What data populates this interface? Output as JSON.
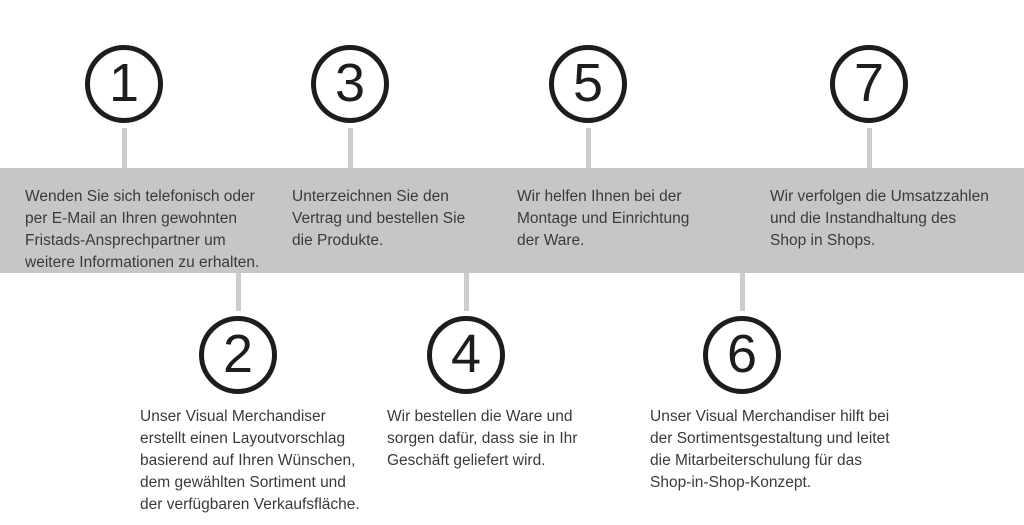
{
  "steps": [
    {
      "number": "1",
      "description": "Wenden Sie sich telefonisch oder\nper E-Mail an Ihren gewohnten\nFristads-Ansprechpartner um\nweitere Informationen zu erhalten."
    },
    {
      "number": "2",
      "description": "Unser Visual Merchandiser\nerstellt einen Layoutvorschlag\nbasierend auf Ihren Wünschen,\ndem gewählten Sortiment und\nder verfügbaren Verkaufsfläche."
    },
    {
      "number": "3",
      "description": "Unterzeichnen Sie den\nVertrag und bestellen Sie\ndie Produkte."
    },
    {
      "number": "4",
      "description": "Wir bestellen die Ware und\nsorgen dafür, dass sie in Ihr\nGeschäft geliefert wird."
    },
    {
      "number": "5",
      "description": "Wir helfen Ihnen bei der\nMontage und Einrichtung\nder Ware."
    },
    {
      "number": "6",
      "description": "Unser Visual Merchandiser hilft bei\nder Sortimentsgestaltung und leitet\ndie Mitarbeiterschulung für das\nShop-in-Shop-Konzept."
    },
    {
      "number": "7",
      "description": "Wir verfolgen die Umsatzzahlen\nund die Instandhaltung des\nShop in Shops."
    }
  ],
  "colors": {
    "background": "#ffffff",
    "band": "#c6c6c6",
    "connector": "#cccccc",
    "circle_border": "#1d1d1d",
    "number": "#1d1d1d",
    "text": "#3a3a3a"
  }
}
